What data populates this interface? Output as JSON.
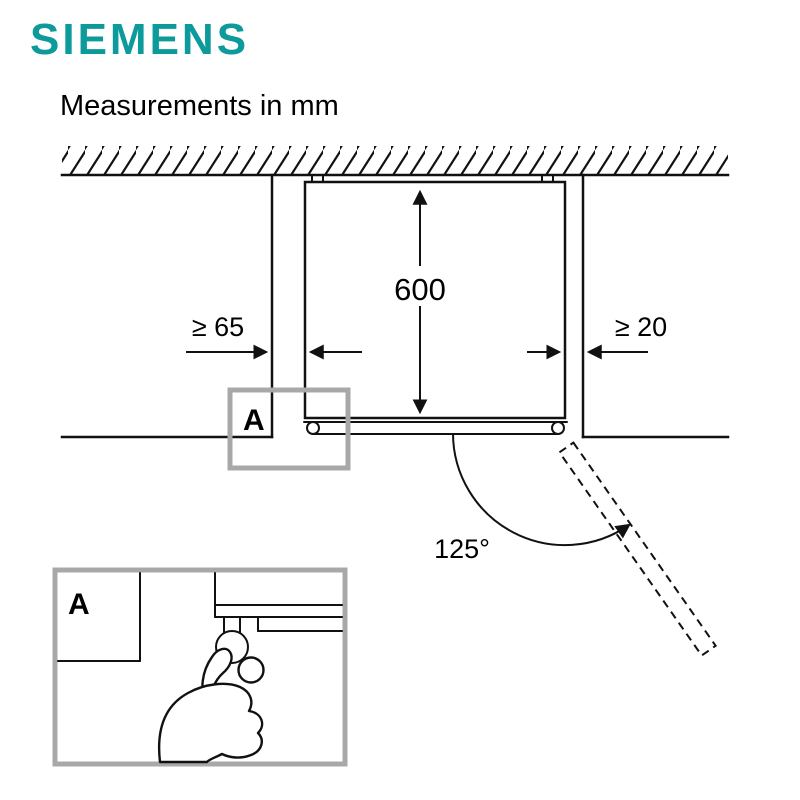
{
  "header": {
    "logo": "SIEMENS",
    "subtitle": "Measurements in mm"
  },
  "diagram": {
    "dim_depth": "600",
    "dim_left": "≥ 65",
    "dim_right": "≥ 20",
    "door_angle": "125°",
    "detail_marker": "A",
    "detail_view_marker": "A"
  },
  "colors": {
    "brand": "#0d9a9a",
    "ink": "#111111",
    "box-gray": "#a8a8a8",
    "bg": "#ffffff"
  }
}
